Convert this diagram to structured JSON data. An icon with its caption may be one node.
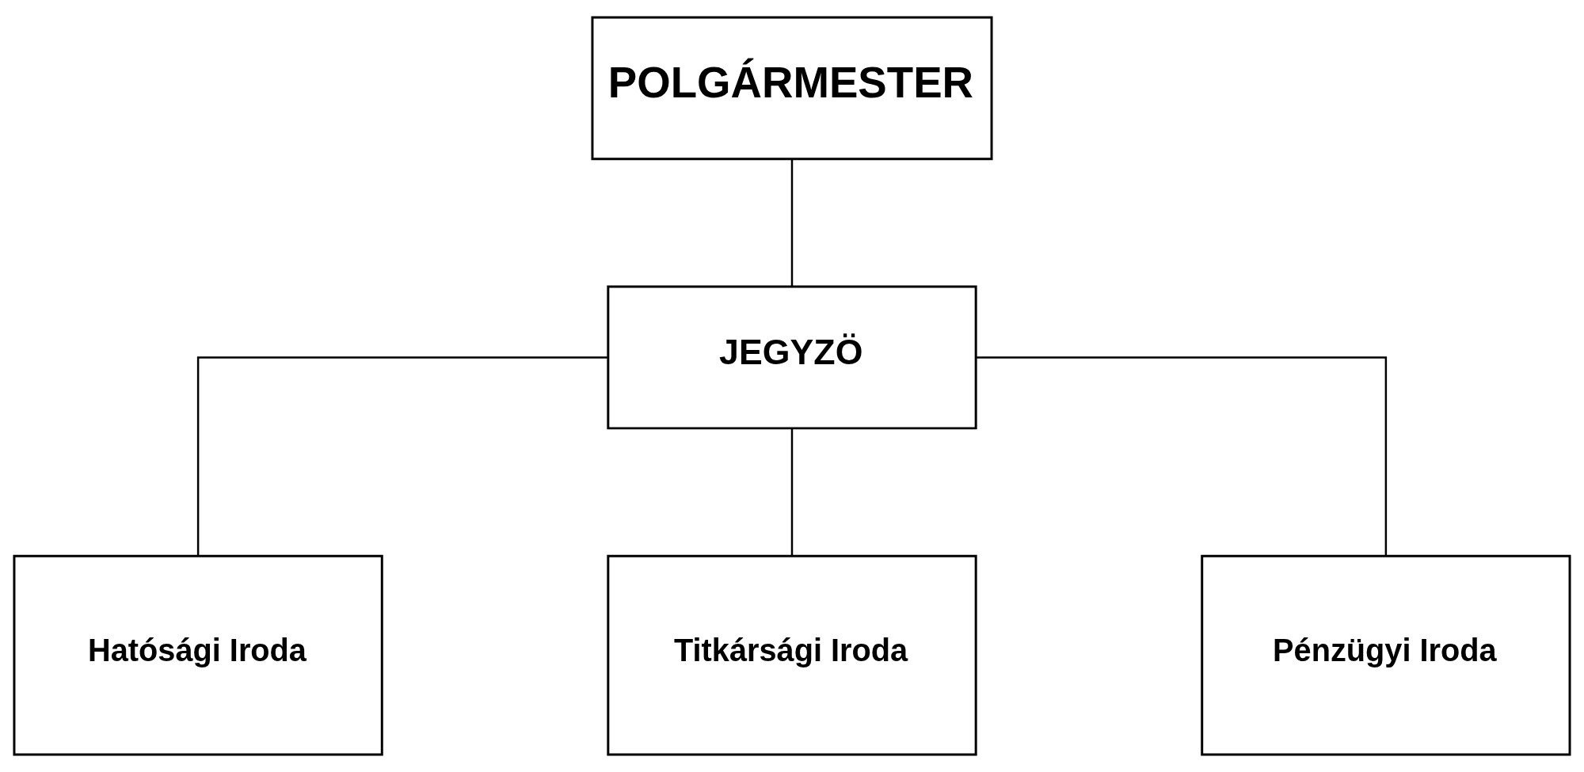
{
  "diagram": {
    "nodes": [
      {
        "text": [
          "POLGÁRMESTER"
        ]
      },
      {
        "text": [
          "JEGYZÖ"
        ]
      },
      {
        "text": [
          "Hatósági Iroda"
        ]
      },
      {
        "text": [
          "Titkársági Iroda"
        ]
      },
      {
        "text": [
          "Pénzügyi Iroda"
        ]
      }
    ],
    "edges": [
      {
        "from": 0,
        "to": 1,
        "arrow": "none"
      },
      {
        "from": 1,
        "to": 2,
        "arrow": "none"
      },
      {
        "from": 1,
        "to": 3,
        "arrow": "none"
      },
      {
        "from": 1,
        "to": 4,
        "arrow": "none"
      }
    ]
  }
}
